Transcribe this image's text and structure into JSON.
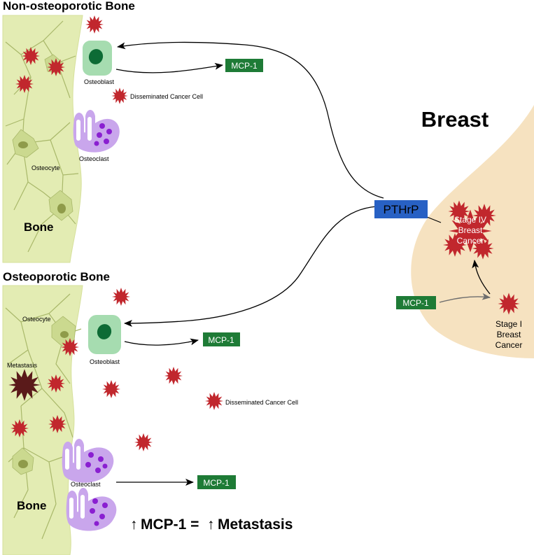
{
  "colors": {
    "bone": "#e3ecb3",
    "bone_edge": "#b9c97a",
    "osteocyte": "#cbd98f",
    "osteocyte_nucleus": "#8f9b4a",
    "breast": "#f6e2c0",
    "cancer": "#c1272d",
    "metastasis": "#5a1a1a",
    "mcp_box": "#1e7b36",
    "pthrp_box": "#2861c4",
    "osteoblast": "#a6dcb0",
    "osteoblast_nucleus": "#0d6b35",
    "osteoclast": "#c9a6ec",
    "osteoclast_nucleus": "#8a1fd1"
  },
  "top_panel": {
    "title": "Non-osteoporotic Bone",
    "bone_label": "Bone",
    "osteocyte_label": "Osteocyte",
    "osteoblast_label": "Osteoblast",
    "osteoclast_label": "Osteoclast",
    "dcc_label": "Disseminated Cancer Cell",
    "mcp_label": "MCP-1"
  },
  "bottom_panel": {
    "title": "Osteoporotic Bone",
    "bone_label": "Bone",
    "osteocyte_label": "Osteocyte",
    "metastasis_label": "Metastasis",
    "osteoblast_label": "Osteoblast",
    "osteoclast_label": "Osteoclast",
    "dcc_label": "Disseminated Cancer Cell",
    "mcp_label_1": "MCP-1",
    "mcp_label_2": "MCP-1"
  },
  "breast_panel": {
    "title": "Breast",
    "pthrp_label": "PTHrP",
    "stage4_line1": "Stage IV",
    "stage4_line2": "Breast",
    "stage4_line3": "Cancer",
    "stage1_line1": "Stage I",
    "stage1_line2": "Breast",
    "stage1_line3": "Cancer",
    "mcp_label": "MCP-1"
  },
  "summary": {
    "arrow_glyph": "↑",
    "part1": "MCP-1 =",
    "part2": "Metastasis"
  }
}
